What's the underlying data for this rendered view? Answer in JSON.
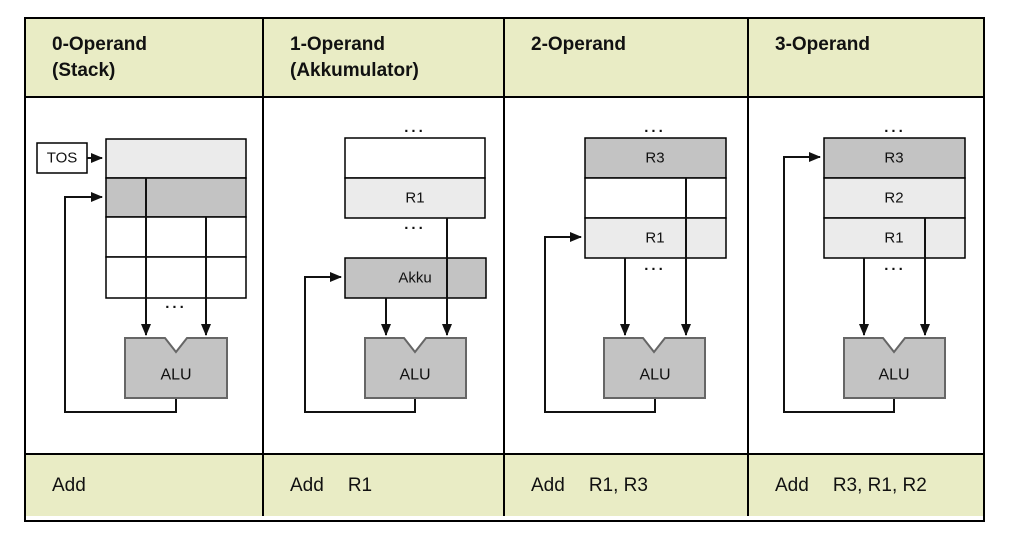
{
  "colors": {
    "band_bg": "#e9ecc5",
    "row_light": "#ebebeb",
    "row_dark": "#c3c3c3",
    "row_white": "#ffffff",
    "alu_fill": "#c3c3c3",
    "alu_stroke": "#666666",
    "wire": "#111111"
  },
  "table": {
    "columns": [
      {
        "id": "0-operand-stack",
        "header": {
          "title": "0-Operand",
          "subtitle": "(Stack)"
        },
        "footer": {
          "mnemonic": "Add",
          "operands": ""
        },
        "diagram": {
          "tos": "TOS",
          "dots_bottom": "...",
          "alu": "ALU"
        }
      },
      {
        "id": "1-operand-akkumulator",
        "header": {
          "title": "1-Operand",
          "subtitle": "(Akkumulator)"
        },
        "footer": {
          "mnemonic": "Add",
          "operands": "R1"
        },
        "diagram": {
          "dots_top": "...",
          "reg_r1": "R1",
          "dots_mid": "...",
          "akku": "Akku",
          "alu": "ALU"
        }
      },
      {
        "id": "2-operand",
        "header": {
          "title": "2-Operand",
          "subtitle": ""
        },
        "footer": {
          "mnemonic": "Add",
          "operands": "R1, R3"
        },
        "diagram": {
          "dots_top": "...",
          "reg_r3": "R3",
          "reg_r1": "R1",
          "dots_mid": "...",
          "alu": "ALU"
        }
      },
      {
        "id": "3-operand",
        "header": {
          "title": "3-Operand",
          "subtitle": ""
        },
        "footer": {
          "mnemonic": "Add",
          "operands": "R3, R1, R2"
        },
        "diagram": {
          "dots_top": "...",
          "reg_r3": "R3",
          "reg_r2": "R2",
          "reg_r1": "R1",
          "dots_mid": "...",
          "alu": "ALU"
        }
      }
    ]
  }
}
